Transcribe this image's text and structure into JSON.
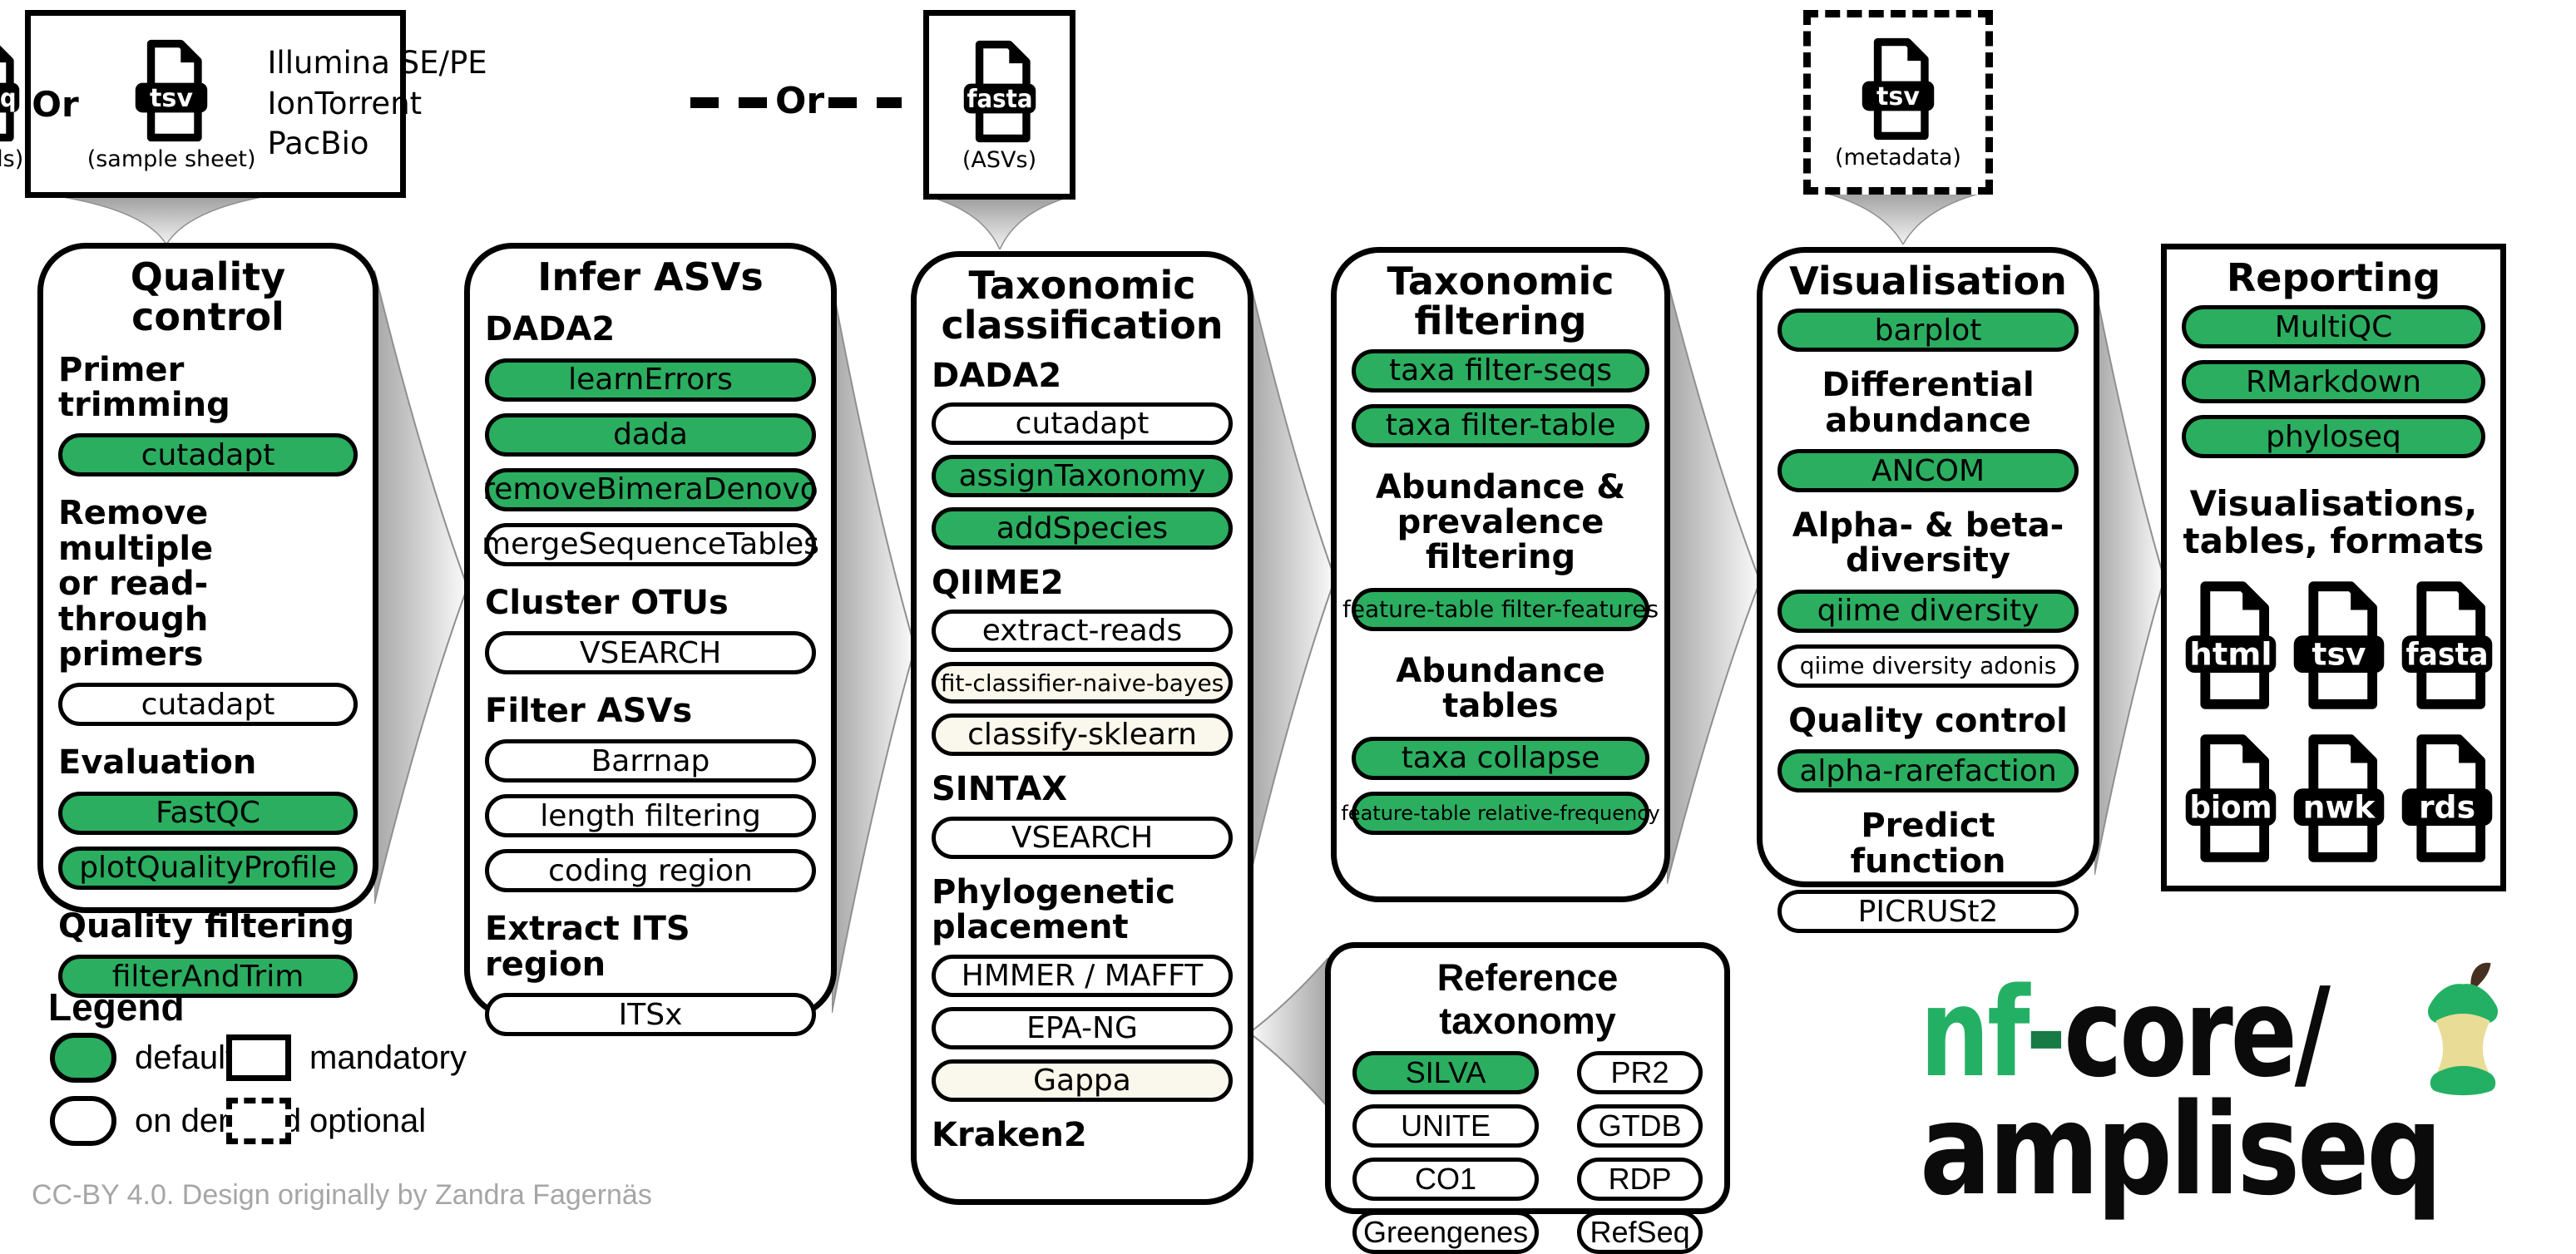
{
  "colors": {
    "green": "#2BAE60",
    "cream": "#FAF7EC",
    "logo_green": "#24B064",
    "apple_core": "#E9DC96",
    "stem_brown": "#46301F",
    "arrow_gray": "#A6A6A6",
    "footer_gray": "#A6A6A6"
  },
  "inputs": {
    "reads_box": {
      "or_label": "Or",
      "files": [
        {
          "type": "fastq",
          "caption": "(reads)"
        },
        {
          "type": "tsv",
          "caption": "(sample sheet)"
        }
      ],
      "platforms": [
        "Illumina SE/PE",
        "IonTorrent",
        "PacBio"
      ]
    },
    "or_label": "Or",
    "asv_box": {
      "type": "fasta",
      "caption": "(ASVs)"
    },
    "metadata_box": {
      "type": "tsv",
      "caption": "(metadata)"
    }
  },
  "columns": [
    {
      "id": "quality-control",
      "title_lines": [
        "Quality control"
      ],
      "sections": [
        {
          "heading_lines": [
            "Primer trimming"
          ],
          "pills": [
            {
              "label": "cutadapt",
              "style": "default"
            }
          ]
        },
        {
          "heading_lines": [
            "Remove multiple",
            "or read-through",
            "primers"
          ],
          "pills": [
            {
              "label": "cutadapt",
              "style": "on_demand"
            }
          ]
        },
        {
          "heading_lines": [
            "Evaluation"
          ],
          "pills": [
            {
              "label": "FastQC",
              "style": "default"
            },
            {
              "label": "plotQualityProfile",
              "style": "default"
            }
          ]
        },
        {
          "heading_lines": [
            "Quality filtering"
          ],
          "pills": [
            {
              "label": "filterAndTrim",
              "style": "default"
            }
          ]
        }
      ]
    },
    {
      "id": "infer-asvs",
      "title_lines": [
        "Infer ASVs"
      ],
      "sections": [
        {
          "heading_lines": [
            "DADA2"
          ],
          "pills": [
            {
              "label": "learnErrors",
              "style": "default"
            },
            {
              "label": "dada",
              "style": "default"
            },
            {
              "label": "removeBimeraDenovo",
              "style": "default"
            },
            {
              "label": "mergeSequenceTables",
              "style": "on_demand"
            }
          ]
        },
        {
          "heading_lines": [
            "Cluster OTUs"
          ],
          "pills": [
            {
              "label": "VSEARCH",
              "style": "on_demand"
            }
          ]
        },
        {
          "heading_lines": [
            "Filter ASVs"
          ],
          "pills": [
            {
              "label": "Barrnap",
              "style": "on_demand"
            },
            {
              "label": "length filtering",
              "style": "on_demand"
            },
            {
              "label": "coding region",
              "style": "on_demand"
            }
          ]
        },
        {
          "heading_lines": [
            "Extract ITS region"
          ],
          "pills": [
            {
              "label": "ITSx",
              "style": "on_demand"
            }
          ]
        }
      ]
    },
    {
      "id": "taxonomic-classification",
      "title_lines": [
        "Taxonomic",
        "classification"
      ],
      "sections": [
        {
          "heading_lines": [
            "DADA2"
          ],
          "pills": [
            {
              "label": "cutadapt",
              "style": "on_demand"
            },
            {
              "label": "assignTaxonomy",
              "style": "default"
            },
            {
              "label": "addSpecies",
              "style": "default"
            }
          ]
        },
        {
          "heading_lines": [
            "QIIME2"
          ],
          "pills": [
            {
              "label": "extract-reads",
              "style": "on_demand"
            },
            {
              "label": "fit-classifier-naive-bayes",
              "style": "on_demand_cream",
              "size": "small"
            },
            {
              "label": "classify-sklearn",
              "style": "on_demand_cream"
            }
          ]
        },
        {
          "heading_lines": [
            "SINTAX"
          ],
          "pills": [
            {
              "label": "VSEARCH",
              "style": "on_demand"
            }
          ]
        },
        {
          "heading_lines": [
            "Phylogenetic",
            "placement"
          ],
          "pills": [
            {
              "label": "HMMER / MAFFT",
              "style": "on_demand"
            },
            {
              "label": "EPA-NG",
              "style": "on_demand"
            },
            {
              "label": "Gappa",
              "style": "on_demand_cream"
            }
          ]
        },
        {
          "heading_lines": [
            "Kraken2"
          ],
          "pills": []
        }
      ]
    },
    {
      "id": "taxonomic-filtering",
      "title_lines": [
        "Taxonomic",
        "filtering"
      ],
      "center_headings": true,
      "sections": [
        {
          "heading_lines": [],
          "pills": [
            {
              "label": "taxa filter-seqs",
              "style": "default"
            },
            {
              "label": "taxa filter-table",
              "style": "default"
            }
          ]
        },
        {
          "heading_lines": [
            "Abundance &",
            "prevalence",
            "filtering"
          ],
          "pills": [
            {
              "label": "feature-table filter-features",
              "style": "default",
              "size": "small"
            }
          ]
        },
        {
          "heading_lines": [
            "Abundance",
            "tables"
          ],
          "pills": [
            {
              "label": "taxa collapse",
              "style": "default"
            },
            {
              "label": "feature-table relative-frequency",
              "style": "default",
              "size": "xsmall"
            }
          ]
        }
      ]
    },
    {
      "id": "visualisation",
      "title_lines": [
        "Visualisation"
      ],
      "center_headings": true,
      "sections": [
        {
          "heading_lines": [],
          "pills": [
            {
              "label": "barplot",
              "style": "default"
            }
          ]
        },
        {
          "heading_lines": [
            "Differential",
            "abundance"
          ],
          "pills": [
            {
              "label": "ANCOM",
              "style": "default"
            }
          ]
        },
        {
          "heading_lines": [
            "Alpha- & beta-",
            "diversity"
          ],
          "pills": [
            {
              "label": "qiime diversity",
              "style": "default"
            },
            {
              "label": "qiime diversity adonis",
              "style": "on_demand",
              "size": "small"
            }
          ]
        },
        {
          "heading_lines": [
            "Quality control"
          ],
          "pills": [
            {
              "label": "alpha-rarefaction",
              "style": "default"
            }
          ]
        },
        {
          "heading_lines": [
            "Predict function"
          ],
          "pills": [
            {
              "label": "PICRUSt2",
              "style": "on_demand"
            }
          ]
        }
      ]
    },
    {
      "id": "reporting",
      "title_lines": [
        "Reporting"
      ],
      "center_headings": true,
      "sections": [
        {
          "heading_lines": [],
          "pills": [
            {
              "label": "MultiQC",
              "style": "default"
            },
            {
              "label": "RMarkdown",
              "style": "default"
            },
            {
              "label": "phyloseq",
              "style": "default"
            }
          ]
        },
        {
          "heading_lines": [
            "Visualisations,",
            "tables, formats"
          ],
          "pills": []
        }
      ],
      "formats": [
        "html",
        "tsv",
        "fasta",
        "biom",
        "nwk",
        "rds"
      ]
    }
  ],
  "reference_taxonomy": {
    "title": "Reference taxonomy",
    "pills": [
      {
        "label": "SILVA",
        "style": "default"
      },
      {
        "label": "PR2",
        "style": "on_demand"
      },
      {
        "label": "UNITE",
        "style": "on_demand"
      },
      {
        "label": "GTDB",
        "style": "on_demand"
      },
      {
        "label": "CO1",
        "style": "on_demand"
      },
      {
        "label": "RDP",
        "style": "on_demand"
      },
      {
        "label": "Greengenes",
        "style": "on_demand"
      },
      {
        "label": "RefSeq",
        "style": "on_demand"
      }
    ]
  },
  "legend": {
    "title": "Legend",
    "items": [
      {
        "label": "default",
        "swatch": "pill-green"
      },
      {
        "label": "mandatory",
        "swatch": "rect-solid"
      },
      {
        "label": "on demand",
        "swatch": "pill-white"
      },
      {
        "label": "optional",
        "swatch": "rect-dashed"
      }
    ]
  },
  "footer": {
    "credit": "CC-BY 4.0. Design originally by Zandra Fagernäs"
  },
  "logo": {
    "prefix": "nf",
    "hyphen": "-",
    "core": "core/",
    "name": "ampliseq"
  }
}
